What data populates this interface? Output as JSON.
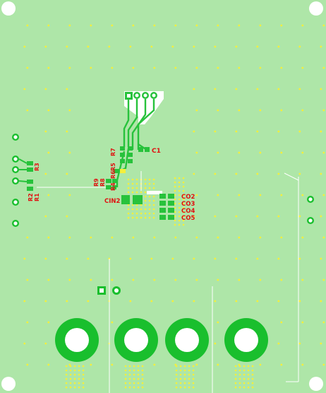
{
  "board": {
    "copper_color": "#aee6a8",
    "copper_bright": "#27c23b",
    "pad_ring_color": "#19bf2d",
    "pad_hole_color": "#ffffff",
    "trace_color": "#ffffff",
    "via_color": "#f5ef3a",
    "silk_color": "#e01010"
  },
  "designators": {
    "r7": "R7",
    "r5": "R5",
    "r6": "R6",
    "r4": "R4",
    "c1": "C1",
    "r3": "R3",
    "r2": "R2",
    "r1": "R1",
    "r9": "R9",
    "r8": "R8",
    "cin2": "CIN2",
    "co2": "CO2",
    "co3": "CO3",
    "co4": "CO4",
    "co5": "CO5"
  }
}
